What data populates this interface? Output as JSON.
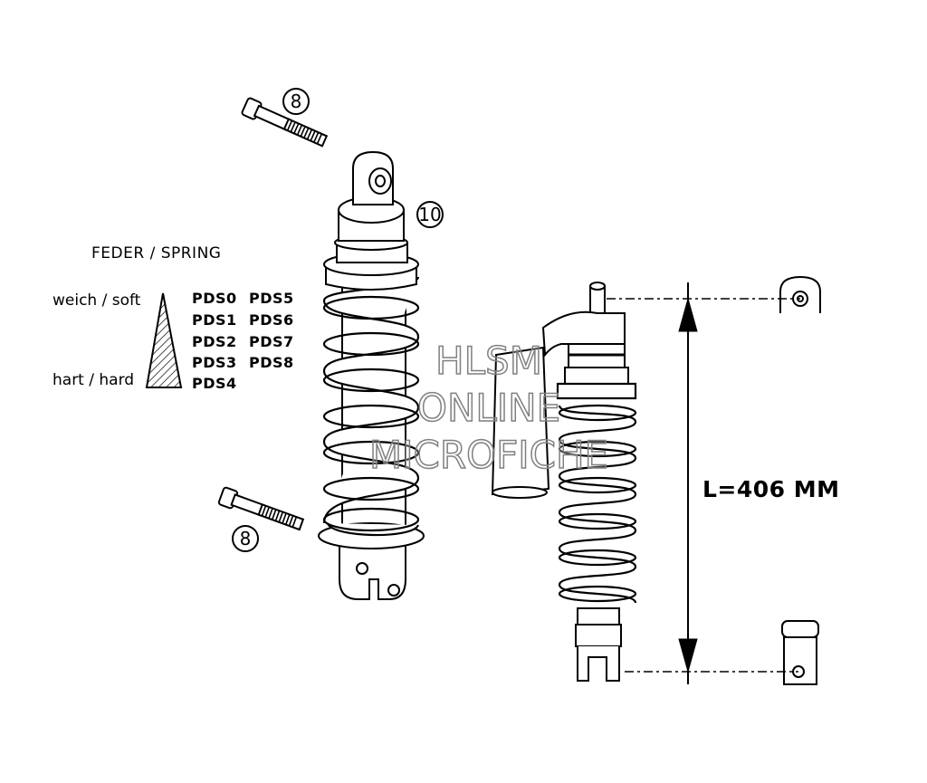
{
  "spring_chart": {
    "title": "FEDER / SPRING",
    "soft_label": "weich / soft",
    "hard_label": "hart / hard",
    "rates_col1": [
      "PDS0",
      "PDS1",
      "PDS2",
      "PDS3",
      "PDS4"
    ],
    "rates_col2": [
      "PDS5",
      "PDS6",
      "PDS7",
      "PDS8"
    ]
  },
  "callouts": {
    "bolt_top": "8",
    "upper_mount": "10",
    "bolt_bottom": "8"
  },
  "dimension": {
    "length": "L=406 MM"
  },
  "watermark": [
    "HLSM",
    "ONLINE",
    "MICROFICHE"
  ]
}
